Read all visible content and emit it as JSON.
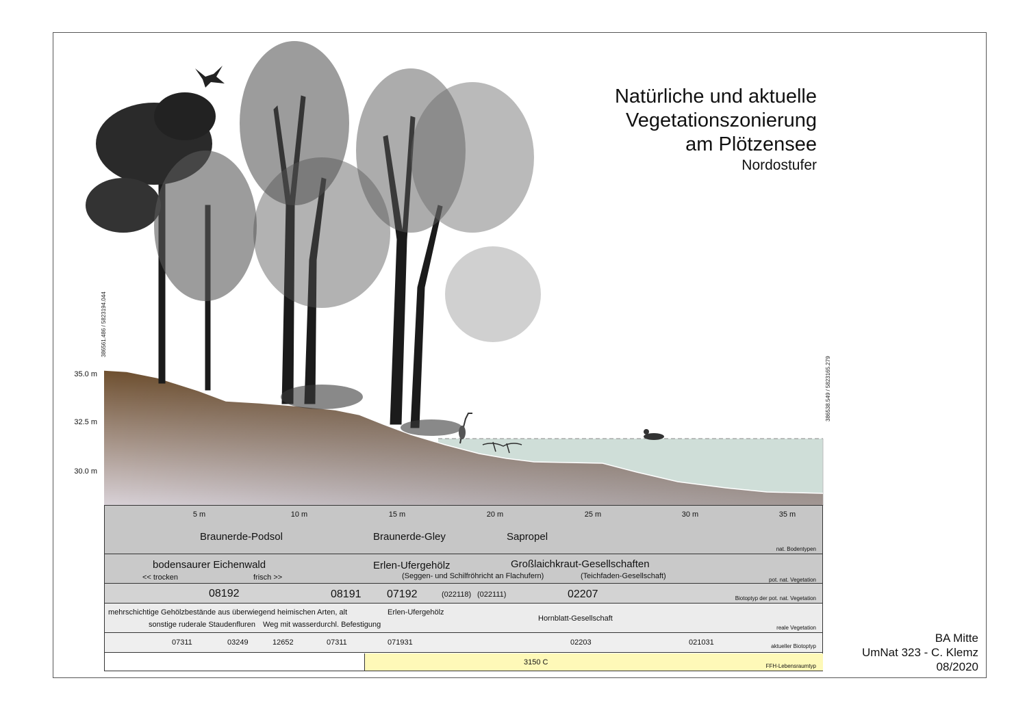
{
  "title": {
    "line1": "Natürliche und aktuelle",
    "line2": "Vegetationszonierung",
    "line3": "am Plötzensee",
    "subtitle": "Nordostufer"
  },
  "credits": {
    "org": "BA Mitte",
    "author": "UmNat 323 - C. Klemz",
    "date": "08/2020"
  },
  "coordinates": {
    "left": "386561.486 / 5823194.044",
    "right": "386538.549 / 5823165.279"
  },
  "y_axis": {
    "ticks": [
      "35.0 m",
      "32.5 m",
      "30.0 m"
    ]
  },
  "x_axis": {
    "ticks": [
      "5 m",
      "10 m",
      "15 m",
      "20 m",
      "25 m",
      "30 m",
      "35 m"
    ]
  },
  "colors": {
    "soil_top": "#6e4f2f",
    "soil_bottom": "#d9d2d8",
    "water": "#cfded8",
    "ffh": "#fef9b8"
  },
  "rows": {
    "soil": {
      "label": "nat. Bodentypen",
      "items": [
        "Braunerde-Podsol",
        "Braunerde-Gley",
        "Sapropel"
      ]
    },
    "pnv": {
      "label": "pot. nat. Vegetation",
      "main": [
        "bodensaurer Eichenwald",
        "Erlen-Ufergehölz",
        "Großlaichkraut-Gesellschaften"
      ],
      "sub": [
        "<< trocken",
        "frisch >>",
        "(Seggen- und Schilfröhricht an Flachufern)",
        "(Teichfaden-Gesellschaft)"
      ]
    },
    "pnv_biotope": {
      "label": "Biotoptyp der pot. nat. Vegetation",
      "items": [
        "08192",
        "08191",
        "07192",
        "(022118)",
        "(022111)",
        "02207"
      ]
    },
    "real": {
      "label": "reale Vegetation",
      "items": [
        "mehrschichtige Gehölzbestände aus überwiegend heimischen Arten, alt",
        "Erlen-Ufergehölz",
        "sonstige ruderale Staudenfluren",
        "Weg mit wasserdurchl. Befestigung",
        "Hornblatt-Gesellschaft"
      ]
    },
    "actual_biotope": {
      "label": "aktueller Biotoptyp",
      "items": [
        "07311",
        "03249",
        "12652",
        "07311",
        "071931",
        "02203",
        "021031"
      ]
    },
    "ffh": {
      "label": "FFH-Lebensraumtyp",
      "items": [
        "3150 C"
      ]
    }
  }
}
